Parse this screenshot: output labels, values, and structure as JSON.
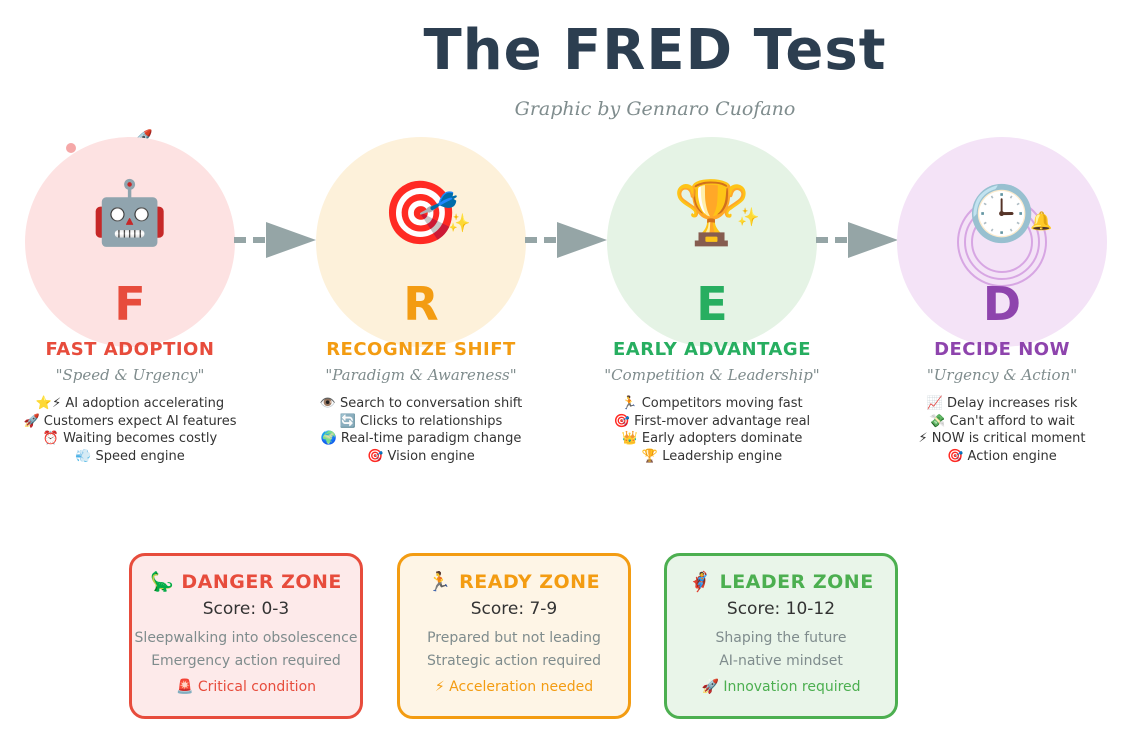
{
  "title": "The FRED Test",
  "subtitle": "Graphic by Gennaro Cuofano",
  "colors": {
    "title": "#2c3e50",
    "f": "#e74c3c",
    "r": "#f39c12",
    "e": "#27ae60",
    "d": "#8e44ad",
    "arrow": "#95a5a6"
  },
  "steps": [
    {
      "letter": "F",
      "icon": "robot-icon",
      "icon_glyph": "🤖",
      "heading": "FAST ADOPTION",
      "tagline": "\"Speed & Urgency\"",
      "items": [
        "⭐⚡ AI adoption accelerating",
        "🚀 Customers expect AI features",
        "⏰ Waiting becomes costly",
        "💨 Speed engine"
      ]
    },
    {
      "letter": "R",
      "icon": "eye-target-icon",
      "icon_glyph": "🎯",
      "heading": "RECOGNIZE SHIFT",
      "tagline": "\"Paradigm & Awareness\"",
      "items": [
        "👁️ Search to conversation shift",
        "🔄 Clicks to relationships",
        "🌍 Real-time paradigm change",
        "🎯 Vision engine"
      ]
    },
    {
      "letter": "E",
      "icon": "trophy-icon",
      "icon_glyph": "🏆",
      "heading": "EARLY ADVANTAGE",
      "tagline": "\"Competition & Leadership\"",
      "items": [
        "🏃 Competitors moving fast",
        "🎯 First-mover advantage real",
        "👑 Early adopters dominate",
        "🏆 Leadership engine"
      ]
    },
    {
      "letter": "D",
      "icon": "clock-icon",
      "icon_glyph": "🕒",
      "heading": "DECIDE NOW",
      "tagline": "\"Urgency & Action\"",
      "items": [
        "📈 Delay increases risk",
        "💸 Can't afford to wait",
        "⚡ NOW is critical moment",
        "🎯 Action engine"
      ]
    }
  ],
  "zones": [
    {
      "heading": "🦕 DANGER ZONE",
      "score": "Score: 0-3",
      "lines": [
        "Sleepwalking into obsolescence",
        "Emergency action required"
      ],
      "footer": "🚨 Critical condition",
      "color": "#e74c3c",
      "bg": "#fdeaea"
    },
    {
      "heading": "🏃 READY ZONE",
      "score": "Score: 7-9",
      "lines": [
        "Prepared but not leading",
        "Strategic action required"
      ],
      "footer": "⚡ Acceleration needed",
      "color": "#f39c12",
      "bg": "#fef5e6"
    },
    {
      "heading": "🦸 LEADER ZONE",
      "score": "Score: 10-12",
      "lines": [
        "Shaping the future",
        "AI-native mindset"
      ],
      "footer": "🚀 Innovation required",
      "color": "#4caf50",
      "bg": "#e9f5e9"
    }
  ]
}
